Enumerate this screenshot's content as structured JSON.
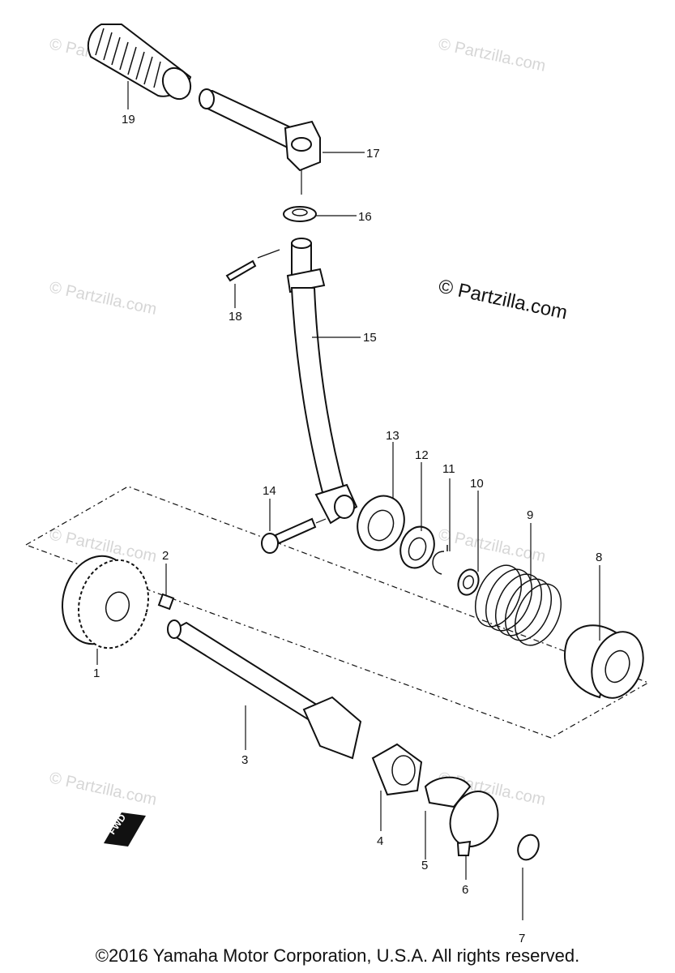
{
  "diagram": {
    "callouts": {
      "c1": "1",
      "c2": "2",
      "c3": "3",
      "c4": "4",
      "c5": "5",
      "c6": "6",
      "c7": "7",
      "c8": "8",
      "c9": "9",
      "c10": "10",
      "c11": "11",
      "c12": "12",
      "c13": "13",
      "c14": "14",
      "c15": "15",
      "c16": "16",
      "c17": "17",
      "c18": "18",
      "c19": "19"
    },
    "fwd_marker": "FWD"
  },
  "watermarks": {
    "faint": "© Partzilla.com",
    "main": "© Partzilla.com"
  },
  "footer": {
    "copyright": "©2016  Yamaha Motor Corporation, U.S.A. All rights reserved."
  }
}
